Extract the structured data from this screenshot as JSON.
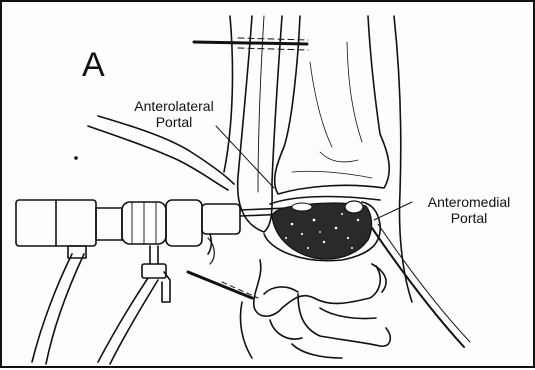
{
  "figure": {
    "panel_letter": "A",
    "labels": {
      "anterolateral_line1": "Anterolateral",
      "anterolateral_line2": "Portal",
      "anteromedial_line1": "Anteromedial",
      "anteromedial_line2": "Portal"
    }
  },
  "colors": {
    "ink": "#111111",
    "paper": "#fdfdfb",
    "cartilage": "#2a2a2a"
  }
}
